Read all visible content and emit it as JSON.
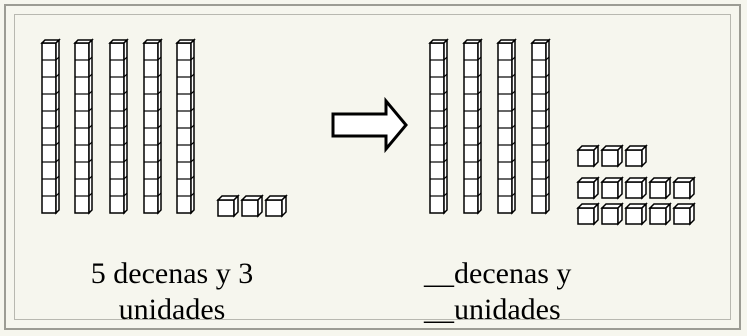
{
  "left_caption": {
    "line1": "5 decenas y 3",
    "line2": "unidades"
  },
  "right_caption": {
    "line1": "__decenas y",
    "line2": "__unidades"
  },
  "left_model": {
    "tens_rods": 5,
    "ones_cubes": 3
  },
  "right_model": {
    "tens_rods": 4,
    "ones_cubes": 13
  },
  "arrow": "right-arrow-icon",
  "colors": {
    "background": "#f6f6ee",
    "stroke": "#000000",
    "cube_fill": "#ffffff"
  }
}
